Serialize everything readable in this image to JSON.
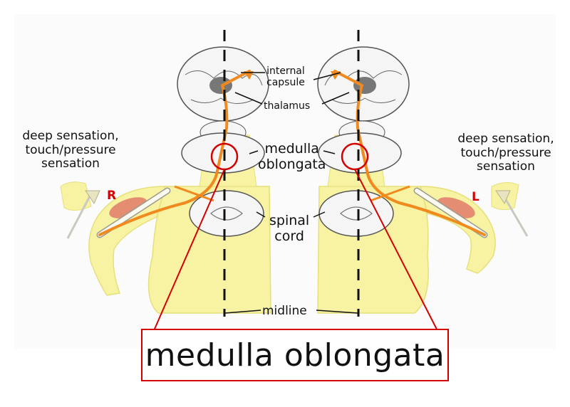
{
  "labels": {
    "internal_capsule_line1": "internal",
    "internal_capsule_line2": "capsule",
    "thalamus": "thalamus",
    "medulla_line1": "medulla",
    "medulla_line2": "oblongata",
    "spinal_line1": "spinal",
    "spinal_line2": "cord",
    "midline": "midline",
    "left_sensation_line1": "deep sensation,",
    "left_sensation_line2": "touch/pressure",
    "left_sensation_line3": "sensation",
    "right_sensation_line1": "deep sensation,",
    "right_sensation_line2": "touch/pressure",
    "right_sensation_line3": "sensation",
    "side_right_marker": "R",
    "side_left_marker": "L"
  },
  "callout": {
    "title": "medulla oblongata"
  },
  "colors": {
    "skin": "#f7f3a3",
    "skin_edge": "#e6df7a",
    "pathway": "#f08a1e",
    "highlight": "#d40000",
    "brain_fill": "#f5f5f5",
    "brain_line": "#555555",
    "muscle": "#e07a6a",
    "bone": "#fafaf0"
  },
  "icons": {
    "left_tool": "needle-probe-icon",
    "right_tool": "needle-probe-icon"
  }
}
